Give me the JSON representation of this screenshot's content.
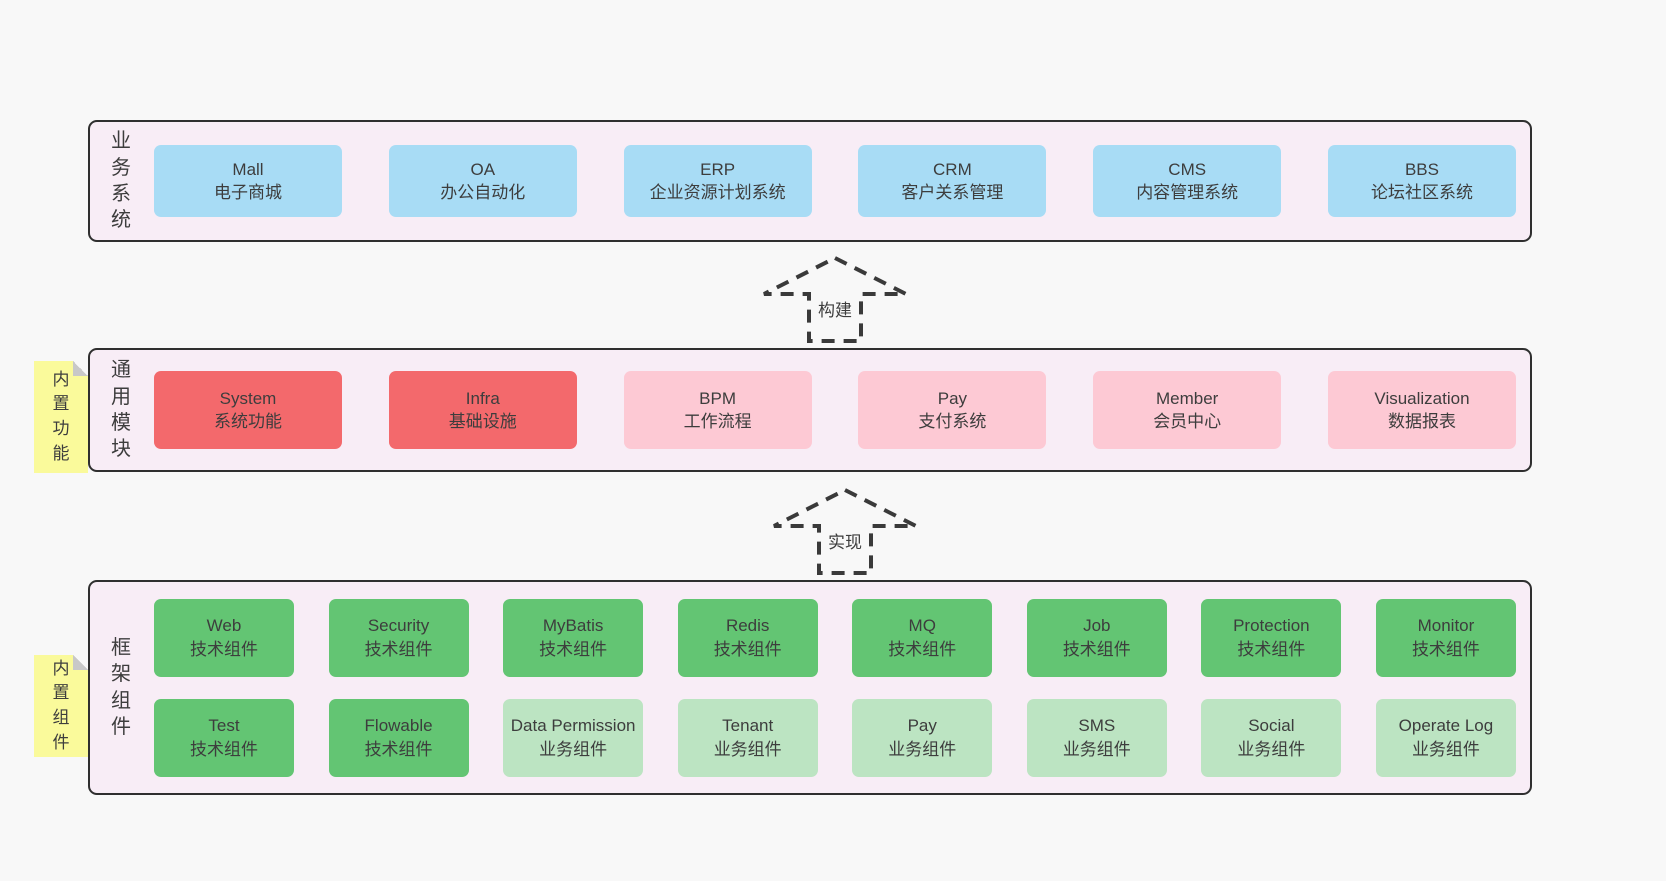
{
  "colors": {
    "page_bg": "#f8f8f8",
    "panel_bg": "#f8edf6",
    "panel_border": "#2f2f2f",
    "box_blue": "#a8dcf5",
    "box_red": "#f3696c",
    "box_pink": "#fdc9d4",
    "box_green": "#63c573",
    "box_light_green": "#bce4c2",
    "note_yellow": "#fafa9b",
    "note_fold_gray": "#c8c8c8",
    "text": "#3d3d3d"
  },
  "arrows": [
    {
      "label": "构建"
    },
    {
      "label": "实现"
    }
  ],
  "sections": [
    {
      "label": "业务系统",
      "boxes": [
        {
          "title": "Mall",
          "subtitle": "电子商城"
        },
        {
          "title": "OA",
          "subtitle": "办公自动化"
        },
        {
          "title": "ERP",
          "subtitle": "企业资源计划系统"
        },
        {
          "title": "CRM",
          "subtitle": "客户关系管理"
        },
        {
          "title": "CMS",
          "subtitle": "内容管理系统"
        },
        {
          "title": "BBS",
          "subtitle": "论坛社区系统"
        }
      ]
    },
    {
      "label": "通用模块",
      "note": "内置功能",
      "boxes": [
        {
          "title": "System",
          "subtitle": "系统功能"
        },
        {
          "title": "Infra",
          "subtitle": "基础设施"
        },
        {
          "title": "BPM",
          "subtitle": "工作流程"
        },
        {
          "title": "Pay",
          "subtitle": "支付系统"
        },
        {
          "title": "Member",
          "subtitle": "会员中心"
        },
        {
          "title": "Visualization",
          "subtitle": "数据报表"
        }
      ]
    },
    {
      "label": "框架组件",
      "note": "内置组件",
      "rows": [
        [
          {
            "title": "Web",
            "subtitle": "技术组件"
          },
          {
            "title": "Security",
            "subtitle": "技术组件"
          },
          {
            "title": "MyBatis",
            "subtitle": "技术组件"
          },
          {
            "title": "Redis",
            "subtitle": "技术组件"
          },
          {
            "title": "MQ",
            "subtitle": "技术组件"
          },
          {
            "title": "Job",
            "subtitle": "技术组件"
          },
          {
            "title": "Protection",
            "subtitle": "技术组件"
          },
          {
            "title": "Monitor",
            "subtitle": "技术组件"
          }
        ],
        [
          {
            "title": "Test",
            "subtitle": "技术组件"
          },
          {
            "title": "Flowable",
            "subtitle": "技术组件"
          },
          {
            "title": "Data Permission",
            "subtitle": "业务组件"
          },
          {
            "title": "Tenant",
            "subtitle": "业务组件"
          },
          {
            "title": "Pay",
            "subtitle": "业务组件"
          },
          {
            "title": "SMS",
            "subtitle": "业务组件"
          },
          {
            "title": "Social",
            "subtitle": "业务组件"
          },
          {
            "title": "Operate Log",
            "subtitle": "业务组件"
          }
        ]
      ]
    }
  ]
}
